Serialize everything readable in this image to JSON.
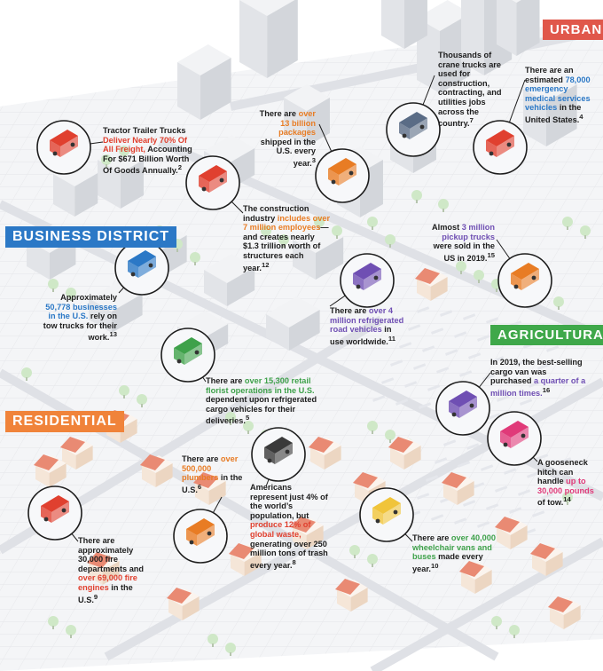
{
  "banners": {
    "urban": "URBAN",
    "business": "BUSINESS DISTRICT",
    "agricultural": "AGRICULTURAL",
    "residential": "RESIDENTIAL"
  },
  "colors": {
    "urban": "#e0574a",
    "business": "#2b78c6",
    "agricultural": "#3fa84a",
    "residential": "#f0833a"
  },
  "annotations": {
    "tractor": {
      "pre": "Tractor Trailer Trucks ",
      "hl": "Deliver Nearly 70% Of All Freight,",
      "post": " Accounting For $671 Billion Worth Of Goods Annually.",
      "ref": "2"
    },
    "packages": {
      "pre": "There are ",
      "hl": "over 13 billion packages",
      "post": " shipped in the U.S. every year.",
      "ref": "3"
    },
    "crane": {
      "pre": "Thousands of crane trucks are used for construction, contracting, and utilities jobs across the country.",
      "hl": "",
      "post": "",
      "ref": "7"
    },
    "ems": {
      "pre": "There are an estimated ",
      "hl": "78,000 emergency medical services vehicles",
      "post": " in the United States.",
      "ref": "4"
    },
    "construction": {
      "pre": "The construction industry ",
      "hl": "includes over 7 million employees",
      "post": "—and creates nearly $1.3 trillion worth of structures each year.",
      "ref": "12"
    },
    "pickup": {
      "pre": "Almost ",
      "hl": "3 million pickup trucks",
      "post": " were sold in the US in 2019.",
      "ref": "15"
    },
    "tow": {
      "pre": "Approximately ",
      "hl": "50,778 businesses in the U.S.",
      "post": " rely on tow trucks for their work.",
      "ref": "13"
    },
    "refrigerated": {
      "pre": "There are ",
      "hl": "over 4 million refrigerated road vehicles",
      "post": " in use worldwide.",
      "ref": "11"
    },
    "florist": {
      "pre": "There are ",
      "hl": "over 15,300 retail florist operations in the U.S.",
      "post": " dependent upon refrigerated cargo vehicles for their deliveries.",
      "ref": "5"
    },
    "cargo": {
      "pre": "In 2019, the best-selling cargo van was purchased ",
      "hl": "a quarter of a million times.",
      "post": "",
      "ref": "16"
    },
    "plumbers": {
      "pre": "There are ",
      "hl": "over 500,000 plumbers",
      "post": " in the U.S.",
      "ref": "6"
    },
    "trash": {
      "pre": "Americans represent just 4% of the world’s population, but ",
      "hl": "produce 12% of global waste,",
      "post": " generating over 250 million tons of trash every year.",
      "ref": "8"
    },
    "gooseneck": {
      "pre": "A gooseneck hitch can handle ",
      "hl": "up to 30,000 pounds",
      "post": " of tow.",
      "ref": "14"
    },
    "fire": {
      "pre": "There are approximately 30,000 fire departments and ",
      "hl": "over 69,000 fire engines",
      "post": " in the U.S.",
      "ref": "9"
    },
    "wheelchair": {
      "pre": "There are ",
      "hl": "over 40,000 wheelchair vans and buses",
      "post": " made every year.",
      "ref": "10"
    }
  }
}
